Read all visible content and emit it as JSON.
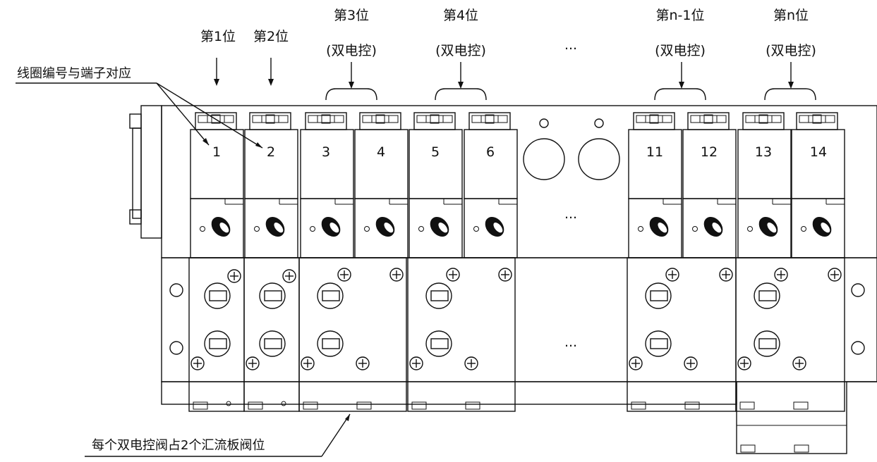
{
  "annotations": {
    "coil_mapping": "线圈编号与端子对应",
    "double_valve_note": "每个双电控阀占2个汇流板阀位"
  },
  "positions": [
    {
      "title": "第1位",
      "subtitle": ""
    },
    {
      "title": "第2位",
      "subtitle": ""
    },
    {
      "title": "第3位",
      "subtitle": "(双电控)"
    },
    {
      "title": "第4位",
      "subtitle": "(双电控)"
    },
    {
      "title": "第n-1位",
      "subtitle": "(双电控)"
    },
    {
      "title": "第n位",
      "subtitle": "(双电控)"
    }
  ],
  "ellipsis": "...",
  "coil_numbers": [
    "1",
    "2",
    "3",
    "4",
    "5",
    "6",
    "11",
    "12",
    "13",
    "14"
  ]
}
